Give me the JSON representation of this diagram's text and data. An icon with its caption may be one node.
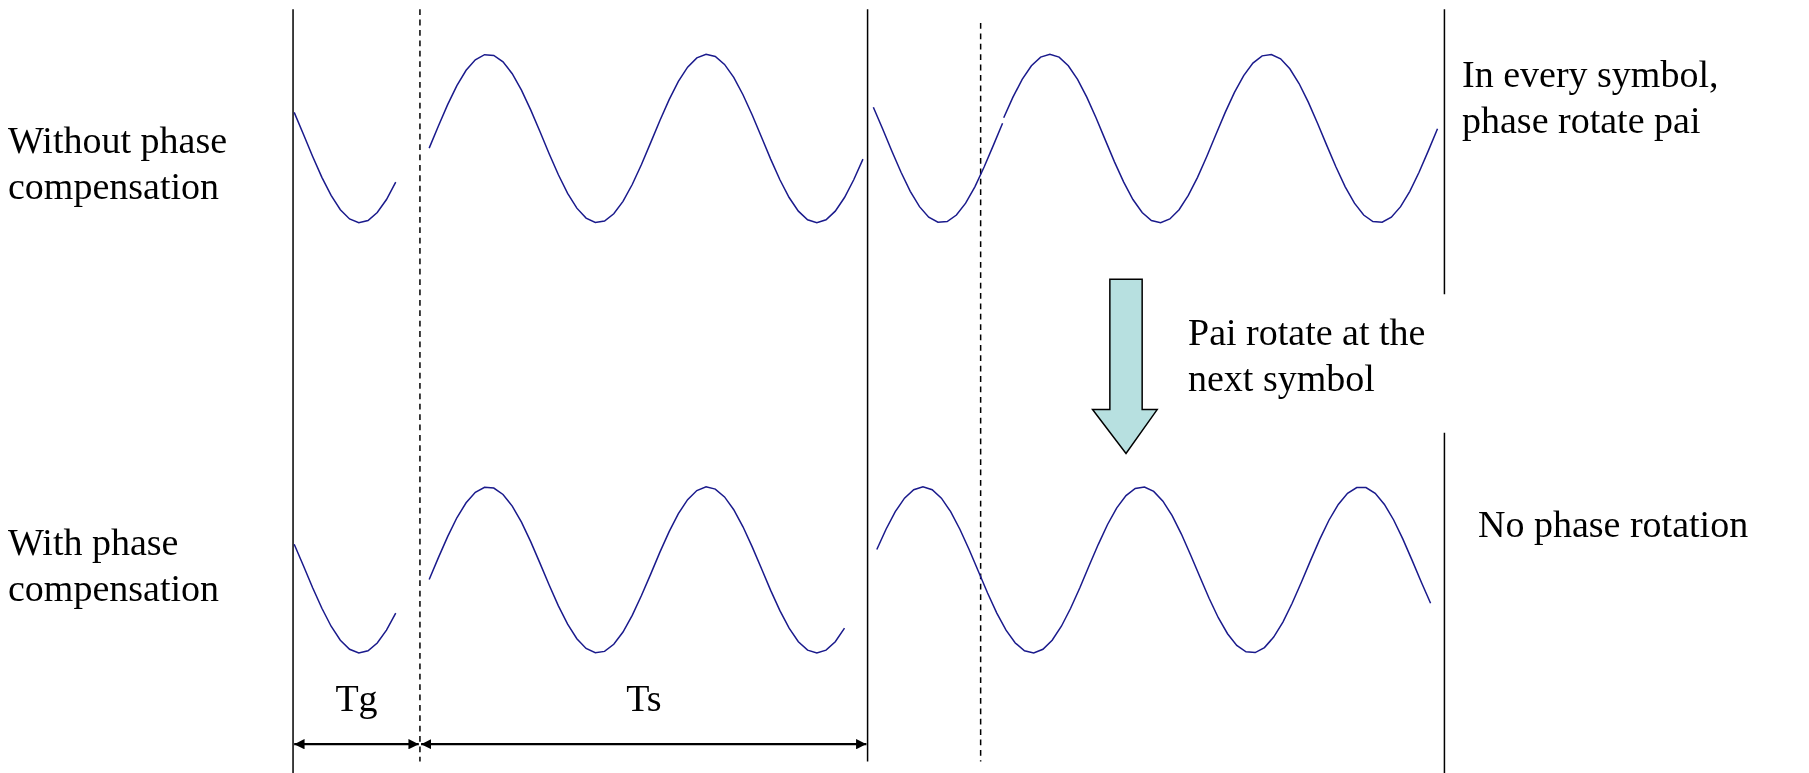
{
  "diagram": {
    "labels": [
      "Without phase compensation",
      "In every symbol, phase rotate pai",
      "Pai rotate at the next symbol",
      "With phase compensation",
      "No phase rotation",
      "Tg",
      "Ts"
    ]
  }
}
